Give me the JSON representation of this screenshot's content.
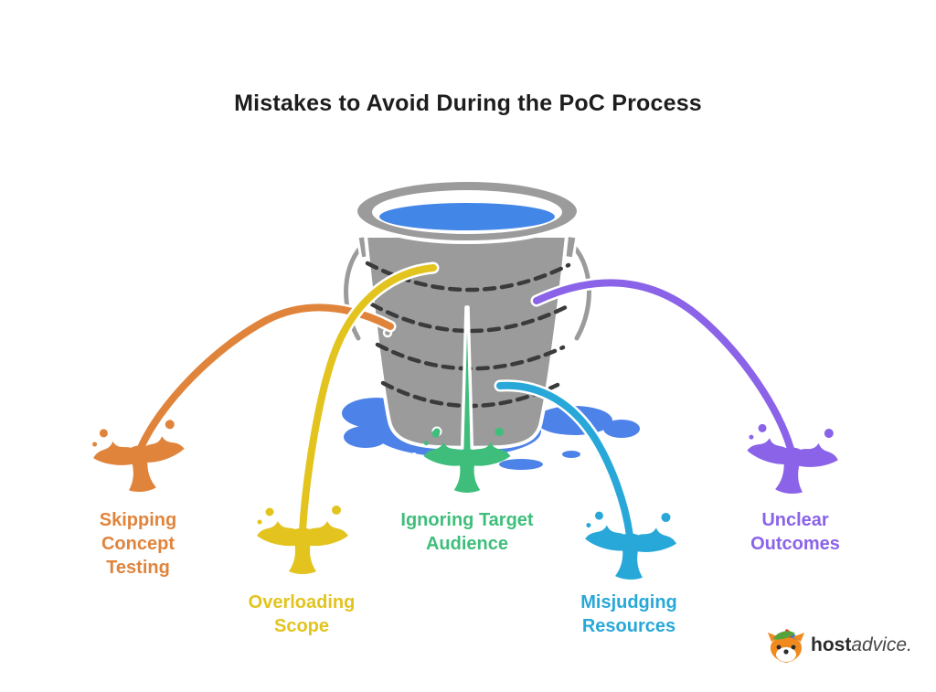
{
  "title": "Mistakes to Avoid During the PoC Process",
  "mistakes": [
    {
      "id": "skipping-concept-testing",
      "label": "Skipping\nConcept\nTesting",
      "color": "#E0843C"
    },
    {
      "id": "overloading-scope",
      "label": "Overloading\nScope",
      "color": "#E3C41E"
    },
    {
      "id": "ignoring-target-audience",
      "label": "Ignoring Target\nAudience",
      "color": "#3FBE7B"
    },
    {
      "id": "misjudging-resources",
      "label": "Misjudging\nResources",
      "color": "#28A8D8"
    },
    {
      "id": "unclear-outcomes",
      "label": "Unclear\nOutcomes",
      "color": "#8A63E8"
    }
  ],
  "palette": {
    "gray": "#9B9B9B",
    "water": "#4286E8",
    "puddle": "#4D82E9",
    "dash": "#3B3B3B",
    "outline": "#FFFFFF",
    "title": "#1D1D1D",
    "logo_dark": "#2B2B2B",
    "logo_gray": "#474747",
    "fox_orange": "#F08A1E",
    "fox_red": "#E0432E",
    "fox_blue": "#3A6FD8",
    "fox_green": "#57A33B"
  },
  "logo": {
    "brand_bold": "host",
    "brand_light": "advice."
  }
}
